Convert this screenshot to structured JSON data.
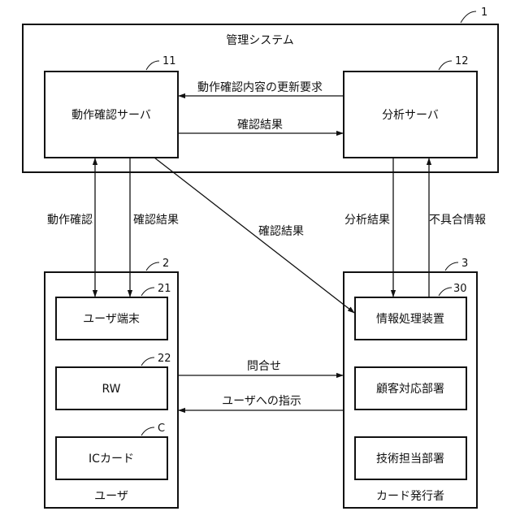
{
  "refs": {
    "management_system": "1",
    "operation_check_server": "11",
    "analysis_server": "12",
    "user": "2",
    "user_terminal": "21",
    "rw": "22",
    "ic_card": "C",
    "card_issuer": "3",
    "info_processing": "30"
  },
  "labels": {
    "management_system": "管理システム",
    "operation_check_server": "動作確認サーバ",
    "analysis_server": "分析サーバ",
    "user_terminal": "ユーザ端末",
    "rw": "RW",
    "ic_card": "ICカード",
    "user_group": "ユーザ",
    "info_processing": "情報処理装置",
    "customer_support": "顧客対応部署",
    "tech_support": "技術担当部署",
    "card_issuer_group": "カード発行者"
  },
  "arrows": {
    "update_request": "動作確認内容の更新要求",
    "check_result_to_analysis": "確認結果",
    "operation_check": "動作確認",
    "check_result_to_user": "確認結果",
    "check_result_to_issuer": "確認結果",
    "analysis_result": "分析結果",
    "defect_info": "不具合情報",
    "inquiry": "問合せ",
    "instruction_to_user": "ユーザへの指示"
  }
}
